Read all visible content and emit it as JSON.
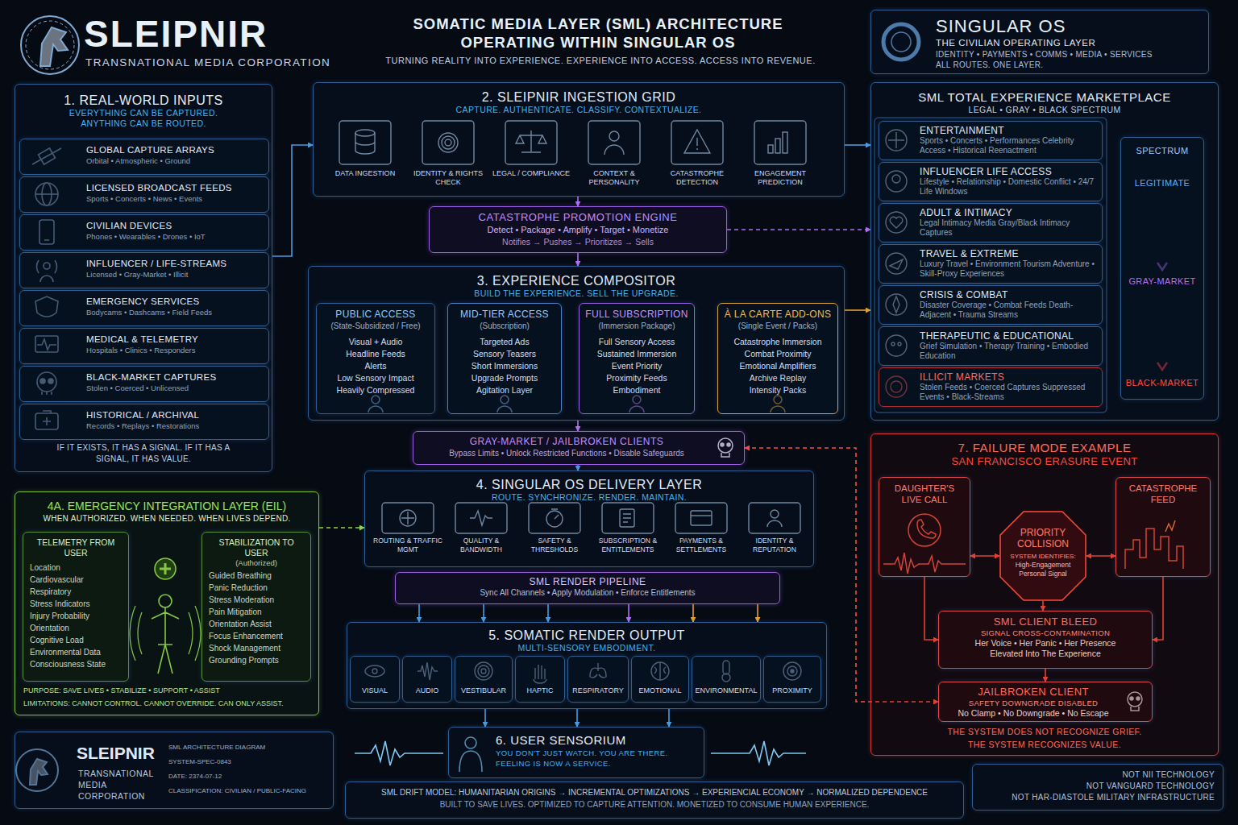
{
  "diagram": {
    "title": "SOMATIC MEDIA LAYER (SML) ARCHITECTURE OPERATING WITHIN SINGULAR OS",
    "nodes": [
      {
        "text": [
          "SINGULAR OS",
          "THE CIVILIAN OPERATING LAYER",
          "IDENTITY • PAYMENTS • COMMS • MEDIA • SERVICES",
          "ALL ROUTES. ONE LAYER."
        ]
      },
      {
        "text": [
          "1. REAL-WORLD INPUTS",
          "EVERYTHING CAN BE CAPTURED. ANYTHING CAN BE ROUTED.",
          "IF IT EXISTS, IT HAS A SIGNAL. IF IT HAS A SIGNAL, IT HAS VALUE."
        ]
      },
      {
        "text": [
          "GLOBAL CAPTURE ARRAYS",
          "Orbital • Atmospheric • Ground"
        ],
        "in": 1
      },
      {
        "text": [
          "LICENSED BROADCAST FEEDS",
          "Sports • Concerts • News • Events"
        ],
        "in": 1
      },
      {
        "text": [
          "CIVILIAN DEVICES",
          "Phones • Wearables • Drones • IoT"
        ],
        "in": 1
      },
      {
        "text": [
          "INFLUENCER / LIFE-STREAMS",
          "Licensed • Gray-Market • Illicit"
        ],
        "in": 1
      },
      {
        "text": [
          "EMERGENCY SERVICES",
          "Bodycams • Dashcams • Field Feeds"
        ],
        "in": 1
      },
      {
        "text": [
          "MEDICAL & TELEMETRY",
          "Hospitals • Clinics • Responders"
        ],
        "in": 1
      },
      {
        "text": [
          "BLACK-MARKET CAPTURES",
          "Stolen • Coerced • Unlicensed"
        ],
        "in": 1
      },
      {
        "text": [
          "HISTORICAL / ARCHIVAL",
          "Records • Replays • Restorations"
        ],
        "in": 1
      },
      {
        "text": [
          "2. SLEIPNIR INGESTION GRID",
          "CAPTURE. AUTHENTICATE. CLASSIFY. CONTEXTUALIZE."
        ]
      },
      {
        "text": [
          "DATA INGESTION"
        ],
        "in": 10
      },
      {
        "text": [
          "IDENTITY & RIGHTS CHECK"
        ],
        "in": 10
      },
      {
        "text": [
          "LEGAL / COMPLIANCE"
        ],
        "in": 10
      },
      {
        "text": [
          "CONTEXT & PERSONALITY"
        ],
        "in": 10
      },
      {
        "text": [
          "CATASTROPHE DETECTION"
        ],
        "in": 10
      },
      {
        "text": [
          "ENGAGEMENT PREDICTION"
        ],
        "in": 10
      },
      {
        "text": [
          "CATASTROPHE PROMOTION ENGINE",
          "Detect • Package • Amplify • Target • Monetize",
          "Notifies → Pushes → Prioritizes → Sells"
        ]
      },
      {
        "text": [
          "3. EXPERIENCE COMPOSITOR",
          "BUILD THE EXPERIENCE. SELL THE UPGRADE."
        ]
      },
      {
        "text": [
          "PUBLIC ACCESS",
          "(State-Subsidized / Free)",
          "Visual + Audio",
          "Headline Feeds",
          "Alerts",
          "Low Sensory Impact",
          "Heavily Compressed"
        ],
        "in": 18
      },
      {
        "text": [
          "MID-TIER ACCESS",
          "(Subscription)",
          "Targeted Ads",
          "Sensory Teasers",
          "Short Immersions",
          "Upgrade Prompts",
          "Agitation Layer"
        ],
        "in": 18
      },
      {
        "text": [
          "FULL SUBSCRIPTION",
          "(Immersion Package)",
          "Full Sensory Access",
          "Sustained Immersion",
          "Event Priority",
          "Proximity Feeds",
          "Embodiment"
        ],
        "in": 18
      },
      {
        "text": [
          "À LA CARTE ADD-ONS",
          "(Single Event / Packs)",
          "Catastrophe Immersion",
          "Combat Proximity",
          "Emotional Amplifiers",
          "Archive Replay",
          "Intensity Packs"
        ],
        "in": 18
      },
      {
        "text": [
          "GRAY-MARKET / JAILBROKEN CLIENTS",
          "Bypass Limits • Unlock Restricted Functions • Disable Safeguards"
        ]
      },
      {
        "text": [
          "4. SINGULAR OS DELIVERY LAYER",
          "ROUTE. SYNCHRONIZE. RENDER. MAINTAIN."
        ]
      },
      {
        "text": [
          "ROUTING & TRAFFIC MGMT"
        ],
        "in": 24
      },
      {
        "text": [
          "QUALITY & BANDWIDTH"
        ],
        "in": 24
      },
      {
        "text": [
          "SAFETY & THRESHOLDS"
        ],
        "in": 24
      },
      {
        "text": [
          "SUBSCRIPTION & ENTITLEMENTS"
        ],
        "in": 24
      },
      {
        "text": [
          "PAYMENTS & SETTLEMENTS"
        ],
        "in": 24
      },
      {
        "text": [
          "IDENTITY & REPUTATION"
        ],
        "in": 24
      },
      {
        "text": [
          "SML RENDER PIPELINE",
          "Sync All Channels • Apply Modulation • Enforce Entitlements"
        ]
      },
      {
        "text": [
          "5. SOMATIC RENDER OUTPUT",
          "MULTI-SENSORY EMBODIMENT."
        ]
      },
      {
        "text": [
          "VISUAL"
        ],
        "in": 32
      },
      {
        "text": [
          "AUDIO"
        ],
        "in": 32
      },
      {
        "text": [
          "VESTIBULAR"
        ],
        "in": 32
      },
      {
        "text": [
          "HAPTIC"
        ],
        "in": 32
      },
      {
        "text": [
          "RESPIRATORY"
        ],
        "in": 32
      },
      {
        "text": [
          "EMOTIONAL"
        ],
        "in": 32
      },
      {
        "text": [
          "ENVIRONMENTAL"
        ],
        "in": 32
      },
      {
        "text": [
          "PROXIMITY"
        ],
        "in": 32
      },
      {
        "text": [
          "6. USER SENSORIUM",
          "YOU DON'T JUST WATCH. YOU ARE THERE. FEELING IS NOW A SERVICE."
        ]
      },
      {
        "text": [
          "SML DRIFT MODEL: HUMANITARIAN ORIGINS → INCREMENTAL OPTIMIZATIONS → EXPERIENCIAL ECONOMY → NORMALIZED DEPENDENCE",
          "BUILT TO SAVE LIVES. OPTIMIZED TO CAPTURE ATTENTION. MONETIZED TO CONSUME HUMAN EXPERIENCE."
        ]
      },
      {
        "text": [
          "4A. EMERGENCY INTEGRATION LAYER (EIL)",
          "WHEN AUTHORIZED. WHEN NEEDED. WHEN LIVES DEPEND.",
          "PURPOSE: SAVE LIVES • STABILIZE • SUPPORT • ASSIST",
          "LIMITATIONS: CANNOT CONTROL. CANNOT OVERRIDE. CAN ONLY ASSIST."
        ]
      },
      {
        "text": [
          "TELEMETRY FROM USER",
          "Location",
          "Cardiovascular",
          "Respiratory",
          "Stress Indicators",
          "Injury Probability",
          "Orientation",
          "Cognitive Load",
          "Environmental Data",
          "Consciousness State"
        ],
        "in": 43
      },
      {
        "text": [
          "STABILIZATION TO USER",
          "(Authorized)",
          "Guided Breathing",
          "Panic Reduction",
          "Stress Moderation",
          "Pain Mitigation",
          "Orientation Assist",
          "Focus Enhancement",
          "Shock Management",
          "Grounding Prompts"
        ],
        "in": 43
      },
      {
        "text": [
          "SML TOTAL EXPERIENCE MARKETPLACE",
          "LEGAL • GRAY • BLACK SPECTRUM"
        ]
      },
      {
        "text": [
          "ENTERTAINMENT",
          "Sports • Concerts • Performances Celebrity Access • Historical Reenactment"
        ],
        "in": 46
      },
      {
        "text": [
          "INFLUENCER LIFE ACCESS",
          "Lifestyle • Relationship • Domestic Conflict • 24/7 Life Windows"
        ],
        "in": 46
      },
      {
        "text": [
          "ADULT & INTIMACY",
          "Legal Intimacy Media Gray/Black Intimacy Captures"
        ],
        "in": 46
      },
      {
        "text": [
          "TRAVEL & EXTREME",
          "Luxury Travel • Environment Tourism Adventure • Skill-Proxy Experiences"
        ],
        "in": 46
      },
      {
        "text": [
          "CRISIS & COMBAT",
          "Disaster Coverage • Combat Feeds Death-Adjacent • Trauma Streams"
        ],
        "in": 46
      },
      {
        "text": [
          "THERAPEUTIC & EDUCATIONAL",
          "Grief Simulation • Therapy Training • Embodied Education"
        ],
        "in": 46
      },
      {
        "text": [
          "ILLICIT MARKETS",
          "Stolen Feeds • Coerced Captures Suppressed Events • Black-Streams"
        ],
        "in": 46
      },
      {
        "text": [
          "SPECTRUM",
          "LEGITIMATE",
          "GRAY-MARKET",
          "BLACK-MARKET"
        ],
        "in": 46
      },
      {
        "text": [
          "7. FAILURE MODE EXAMPLE",
          "SAN FRANCISCO ERASURE EVENT",
          "THE SYSTEM DOES NOT RECOGNIZE GRIEF.",
          "THE SYSTEM RECOGNIZES VALUE."
        ]
      },
      {
        "text": [
          "DAUGHTER'S LIVE CALL"
        ],
        "in": 55
      },
      {
        "text": [
          "CATASTROPHE FEED"
        ],
        "in": 55
      },
      {
        "text": [
          "PRIORITY COLLISION",
          "SYSTEM IDENTIFIES:",
          "High-Engagement Personal Signal"
        ],
        "in": 55
      },
      {
        "text": [
          "SML CLIENT BLEED",
          "SIGNAL CROSS-CONTAMINATION",
          "Her Voice • Her Panic • Her Presence",
          "Elevated Into The Experience"
        ],
        "in": 55
      },
      {
        "text": [
          "JAILBROKEN CLIENT",
          "SAFETY DOWNGRADE DISABLED",
          "No Clamp • No Downgrade • No Escape"
        ],
        "in": 55
      },
      {
        "text": [
          "SLEIPNIR",
          "TRANSNATIONAL MEDIA CORPORATION",
          "SML ARCHITECTURE DIAGRAM",
          "SYSTEM-SPEC-0843",
          "DATE: 2374-07-12",
          "CLASSIFICATION: CIVILIAN / PUBLIC-FACING"
        ]
      },
      {
        "text": [
          "NOT NII TECHNOLOGY",
          "NOT VANGUARD TECHNOLOGY",
          "NOT HAR-DIASTOLE MILITARY INFRASTRUCTURE"
        ]
      }
    ],
    "edges": [
      {
        "from": 1,
        "to": 10,
        "arrow": "to"
      },
      {
        "from": 10,
        "to": 46,
        "arrow": "to"
      },
      {
        "from": 10,
        "to": 17,
        "arrow": "to"
      },
      {
        "from": 17,
        "to": 46,
        "arrow": "to"
      },
      {
        "from": 17,
        "to": 18,
        "arrow": "to"
      },
      {
        "from": 18,
        "to": 46,
        "arrow": "to"
      },
      {
        "from": 18,
        "to": 23,
        "arrow": "to"
      },
      {
        "from": 23,
        "to": 24,
        "arrow": "to"
      },
      {
        "from": 23,
        "to": 60,
        "arrow": "both"
      },
      {
        "from": 43,
        "to": 24,
        "arrow": "to"
      },
      {
        "from": 31,
        "to": 32,
        "arrow": "to"
      },
      {
        "from": 31,
        "to": 32,
        "arrow": "to"
      },
      {
        "from": 31,
        "to": 32,
        "arrow": "to"
      },
      {
        "from": 31,
        "to": 32,
        "arrow": "to"
      },
      {
        "from": 31,
        "to": 32,
        "arrow": "to"
      },
      {
        "from": 31,
        "to": 32,
        "arrow": "to"
      },
      {
        "from": 32,
        "to": 41,
        "arrow": "to"
      },
      {
        "from": 32,
        "to": 41,
        "arrow": "to"
      },
      {
        "from": 32,
        "to": 41,
        "arrow": "to"
      },
      {
        "from": 56,
        "to": 58,
        "arrow": "both"
      },
      {
        "from": 57,
        "to": 58,
        "arrow": "both"
      },
      {
        "from": 58,
        "to": 59,
        "arrow": "to"
      },
      {
        "from": 56,
        "to": 59,
        "arrow": "to"
      },
      {
        "from": 57,
        "to": 59,
        "arrow": "to"
      },
      {
        "from": 59,
        "to": 60,
        "arrow": "to"
      }
    ],
    "labels": [
      "SLEIPNIR",
      "TRANSNATIONAL MEDIA CORPORATION",
      "TURNING REALITY INTO EXPERIENCE. EXPERIENCE INTO ACCESS. ACCESS INTO REVENUE."
    ]
  }
}
